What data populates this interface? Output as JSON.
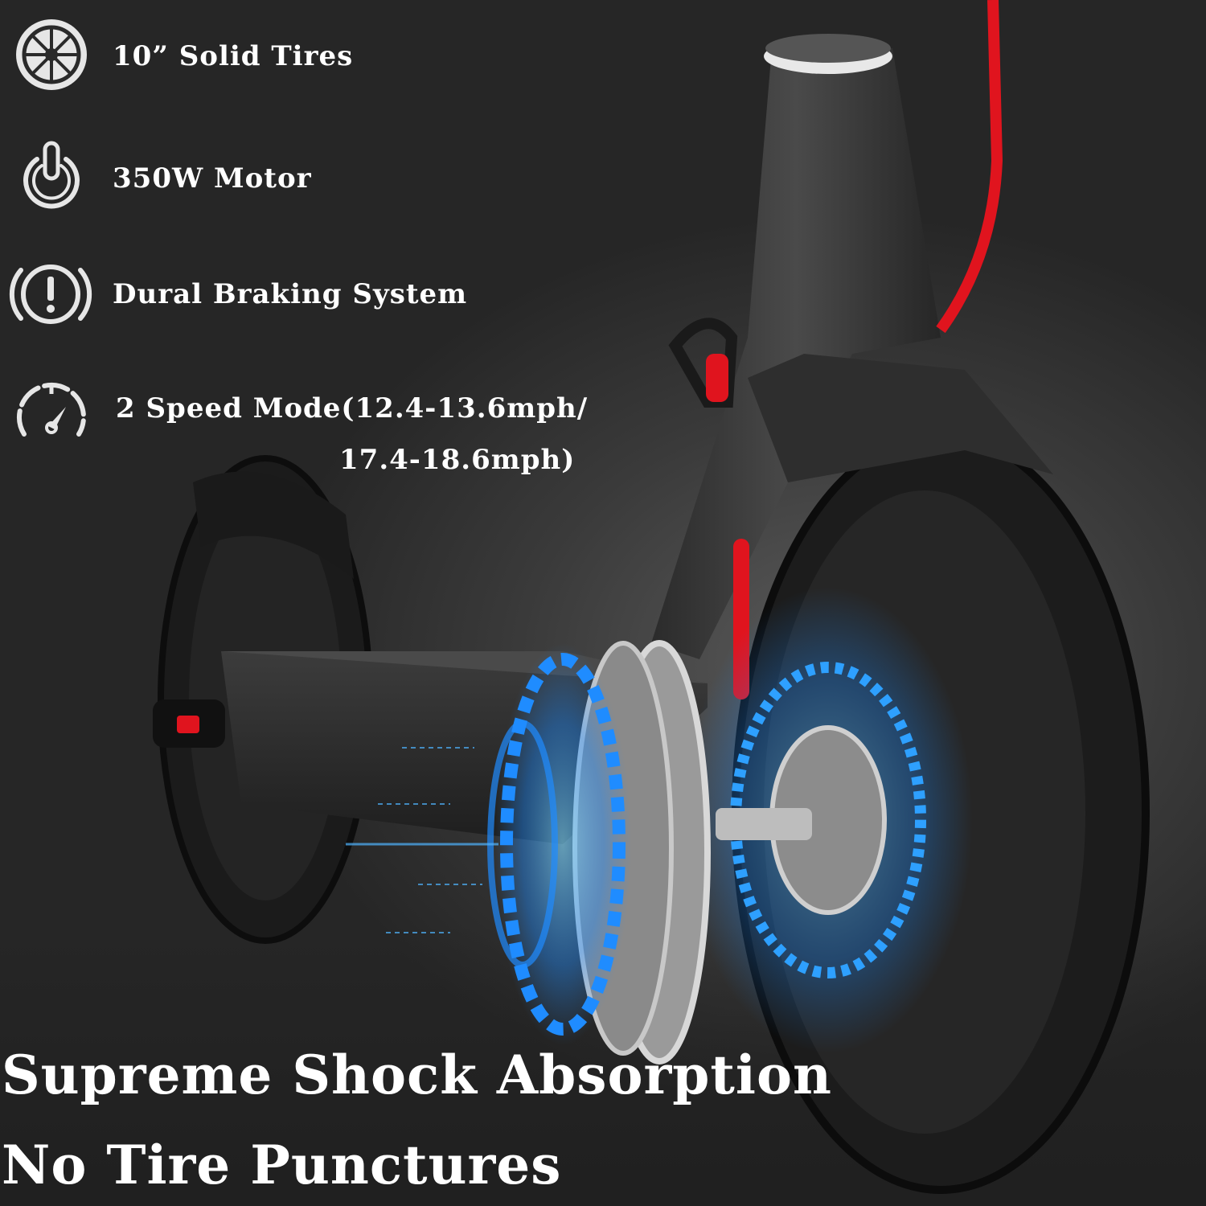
{
  "features": [
    {
      "icon": "wheel-icon",
      "label": "10” Solid Tires"
    },
    {
      "icon": "power-icon",
      "label": "350W Motor"
    },
    {
      "icon": "brake-warning-icon",
      "label": "Dural Braking System"
    },
    {
      "icon": "speedometer-icon",
      "label": "2 Speed Mode(12.4-13.6mph/",
      "label_line2": "17.4-18.6mph)"
    }
  ],
  "headlines": {
    "line1": "Supreme Shock Absorption",
    "line2": "No Tire Punctures"
  },
  "colors": {
    "accent_red": "#e0141e",
    "motor_glow": "#1f8cff",
    "text": "#ffffff"
  }
}
